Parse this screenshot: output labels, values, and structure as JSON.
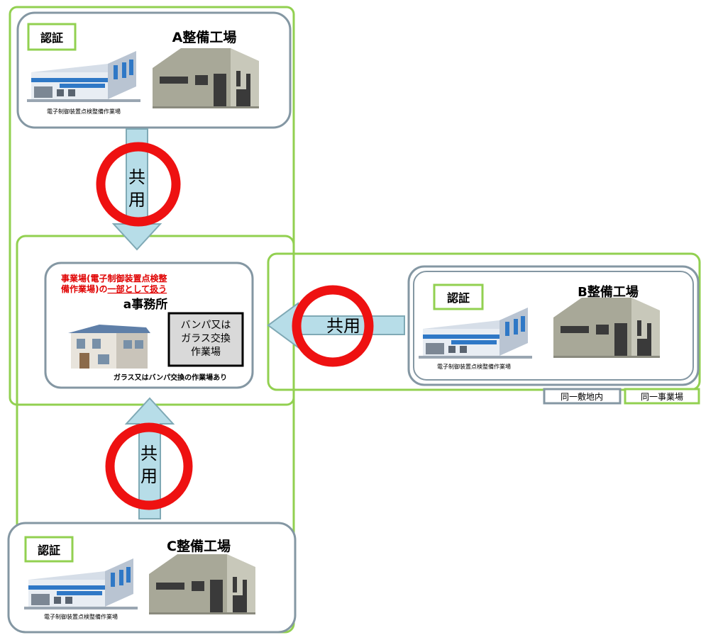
{
  "factories": {
    "a": {
      "name": "A整備工場",
      "cert": "認証",
      "caption": "電子制御装置点検整備作業場"
    },
    "b": {
      "name": "B整備工場",
      "cert": "認証",
      "caption": "電子制御装置点検整備作業場"
    },
    "c": {
      "name": "C整備工場",
      "cert": "認証",
      "caption": "電子制御装置点検整備作業場"
    }
  },
  "office": {
    "note_line1": "事業場(電子制御装置点検整",
    "note_line2_a": "備作業場)の",
    "note_line2_b": "一部として扱う",
    "name": "a事務所",
    "workshop_line1": "バンパ又は",
    "workshop_line2": "ガラス交換",
    "workshop_line3": "作業場",
    "caption": "ガラス又はバンパ交換の作業場あり"
  },
  "shared": {
    "label": "共用",
    "char1": "共",
    "char2": "用"
  },
  "legend": {
    "same_site": "同一敷地内",
    "same_business": "同一事業場"
  },
  "colors": {
    "green": "#92d050",
    "gray": "#8497a3",
    "arrow_fill": "#b7dde8",
    "arrow_stroke": "#7fa9b5",
    "ring": "#ee1111",
    "note_red": "#e00000"
  }
}
